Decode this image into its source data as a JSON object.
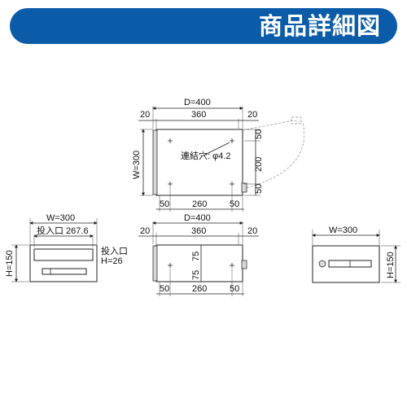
{
  "banner": {
    "title": "商品詳細図",
    "color": "#0b5ca8"
  },
  "top_view": {
    "depth_total": "D=400",
    "depth_left": "20",
    "depth_mid": "360",
    "depth_right": "20",
    "width_total": "W=300",
    "right_top": "50",
    "right_mid": "200",
    "right_bottom": "50",
    "hole_label": "連結穴: φ4.2",
    "bottom_left": "50",
    "bottom_mid": "260",
    "bottom_right": "50"
  },
  "front_view": {
    "width_total": "W=300",
    "slot_width": "投入口 267.6",
    "slot_label": "投入口",
    "slot_height": "H=26",
    "height_total": "H=150"
  },
  "side_view": {
    "depth_total": "D=400",
    "top_left": "20",
    "top_mid": "360",
    "top_right": "20",
    "vert_upper": "75",
    "vert_lower": "75",
    "bottom_left": "50",
    "bottom_mid": "260",
    "bottom_right": "50"
  },
  "back_view": {
    "width_total": "W=300",
    "height_total": "H=150"
  }
}
